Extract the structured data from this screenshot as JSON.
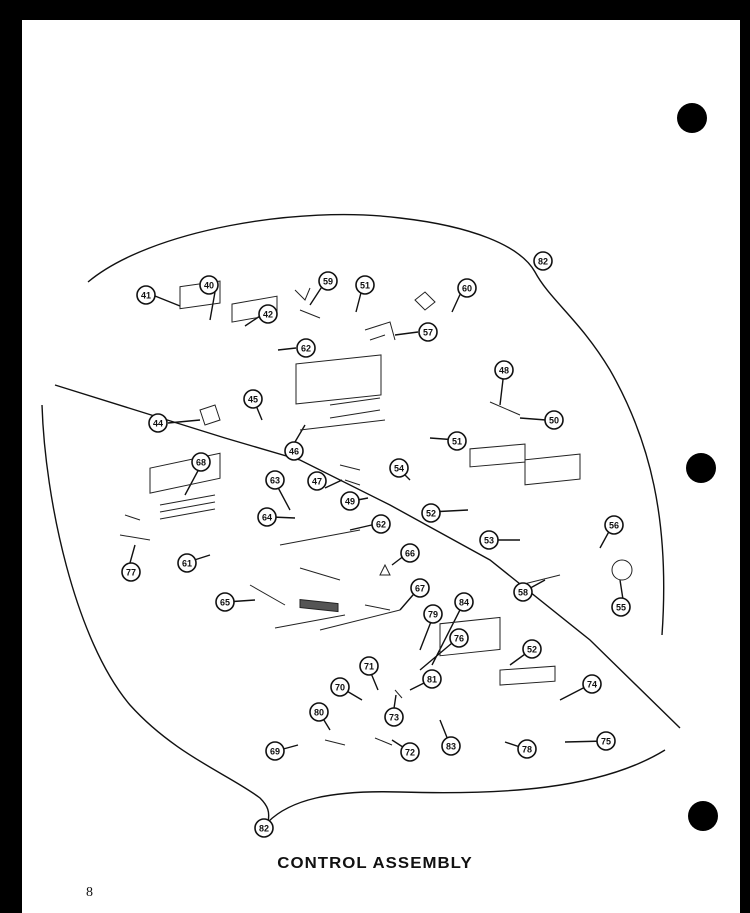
{
  "title": "CONTROL ASSEMBLY",
  "page_number": "8",
  "callouts": [
    {
      "key": "c82top",
      "label": "82"
    },
    {
      "key": "c82bot",
      "label": "82"
    },
    {
      "key": "c41",
      "label": "41"
    },
    {
      "key": "c40",
      "label": "40"
    },
    {
      "key": "c42",
      "label": "42"
    },
    {
      "key": "c62a",
      "label": "62"
    },
    {
      "key": "c59",
      "label": "59"
    },
    {
      "key": "c51a",
      "label": "51"
    },
    {
      "key": "c60",
      "label": "60"
    },
    {
      "key": "c57",
      "label": "57"
    },
    {
      "key": "c48",
      "label": "48"
    },
    {
      "key": "c50",
      "label": "50"
    },
    {
      "key": "c44",
      "label": "44"
    },
    {
      "key": "c45",
      "label": "45"
    },
    {
      "key": "c46",
      "label": "46"
    },
    {
      "key": "c51b",
      "label": "51"
    },
    {
      "key": "c68",
      "label": "68"
    },
    {
      "key": "c63",
      "label": "63"
    },
    {
      "key": "c47",
      "label": "47"
    },
    {
      "key": "c49",
      "label": "49"
    },
    {
      "key": "c54",
      "label": "54"
    },
    {
      "key": "c64",
      "label": "64"
    },
    {
      "key": "c62b",
      "label": "62"
    },
    {
      "key": "c52a",
      "label": "52"
    },
    {
      "key": "c53",
      "label": "53"
    },
    {
      "key": "c56",
      "label": "56"
    },
    {
      "key": "c77",
      "label": "77"
    },
    {
      "key": "c61",
      "label": "61"
    },
    {
      "key": "c66",
      "label": "66"
    },
    {
      "key": "c55",
      "label": "55"
    },
    {
      "key": "c58",
      "label": "58"
    },
    {
      "key": "c65",
      "label": "65"
    },
    {
      "key": "c67",
      "label": "67"
    },
    {
      "key": "c79",
      "label": "79"
    },
    {
      "key": "c84",
      "label": "84"
    },
    {
      "key": "c76",
      "label": "76"
    },
    {
      "key": "c52b",
      "label": "52"
    },
    {
      "key": "c71",
      "label": "71"
    },
    {
      "key": "c81",
      "label": "81"
    },
    {
      "key": "c74",
      "label": "74"
    },
    {
      "key": "c70",
      "label": "70"
    },
    {
      "key": "c73",
      "label": "73"
    },
    {
      "key": "c80",
      "label": "80"
    },
    {
      "key": "c69",
      "label": "69"
    },
    {
      "key": "c72",
      "label": "72"
    },
    {
      "key": "c83",
      "label": "83"
    },
    {
      "key": "c78",
      "label": "78"
    },
    {
      "key": "c75",
      "label": "75"
    }
  ]
}
